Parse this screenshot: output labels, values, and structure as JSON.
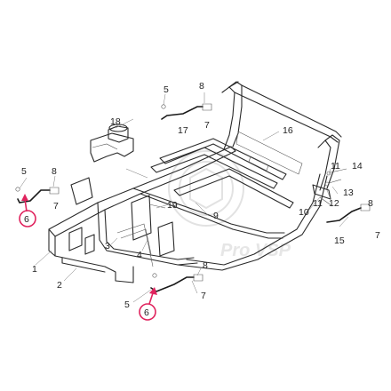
{
  "watermark": "Pro VSP",
  "highlight_color": "#e0245e",
  "line_color": "#2a2a2a",
  "callouts": {
    "c1": "1",
    "c2": "2",
    "c3": "3",
    "c4": "4",
    "c5a": "5",
    "c5b": "5",
    "c5c": "5",
    "c6a": "6",
    "c6b": "6",
    "c7a": "7",
    "c7b": "7",
    "c7c": "7",
    "c7d": "7",
    "c8a": "8",
    "c8b": "8",
    "c8c": "8",
    "c8d": "8",
    "c9": "9",
    "c10": "10",
    "c11a": "11",
    "c11b": "11",
    "c12": "12",
    "c13": "13",
    "c14": "14",
    "c15": "15",
    "c16": "16",
    "c17": "17",
    "c18": "18",
    "c19": "19"
  }
}
